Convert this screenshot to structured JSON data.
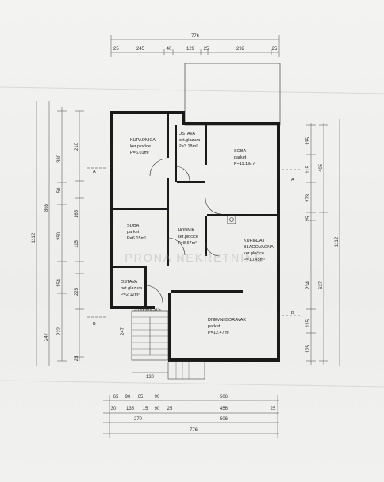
{
  "dimensions": {
    "top_total": "776",
    "top_parts": [
      "245",
      "40",
      "129",
      "25",
      "292",
      "25"
    ],
    "bottom_row1": [
      "65",
      "90",
      "65",
      "90",
      "506"
    ],
    "bottom_row2": [
      "30",
      "135",
      "15",
      "90",
      "25",
      "456",
      "25"
    ],
    "bottom_row3": [
      "270",
      "506"
    ],
    "bottom_total": "776",
    "left_outer": "1112",
    "left_mid": "865",
    "left_inner": [
      "210",
      "380",
      "50",
      "165",
      "250",
      "115",
      "154",
      "225",
      "247",
      "222",
      "25"
    ],
    "right_outer": "1112",
    "right_mid": [
      "405",
      "637"
    ],
    "right_inner": [
      "135",
      "115",
      "273",
      "25",
      "234",
      "115",
      "125"
    ],
    "stair_width": "120",
    "stair_side": "247"
  },
  "rooms": [
    {
      "name": "KUPAONICA",
      "finish": "ker.pločice",
      "area": "P=6.01m²"
    },
    {
      "name": "OSTAVA",
      "finish": "bet.glazura",
      "area": "P=3.18m²"
    },
    {
      "name": "SOBA",
      "finish": "parket",
      "area": "P=11.19m²"
    },
    {
      "name": "SOBA",
      "finish": "parket",
      "area": "P=6.15m²"
    },
    {
      "name": "HODNIK",
      "finish": "ker.pločice",
      "area": "P=8.67m²"
    },
    {
      "name": "KUHINJA I",
      "finish": "BLAGOVAONA",
      "area": "ker.pločice",
      "extra": "P=10.45m²"
    },
    {
      "name": "OSTAVA",
      "finish": "bet.glazura",
      "area": "P=2.12m²"
    },
    {
      "name": "DNEVNI BORAVAK",
      "finish": "parket",
      "area": "P=12.47m²"
    }
  ],
  "section_marks": {
    "a_left": "A",
    "a_right": "A",
    "b_left": "B",
    "b_right": "B"
  },
  "stair_label": "STEPENIŠTE",
  "watermark": "PRONA NEKRETNINE"
}
